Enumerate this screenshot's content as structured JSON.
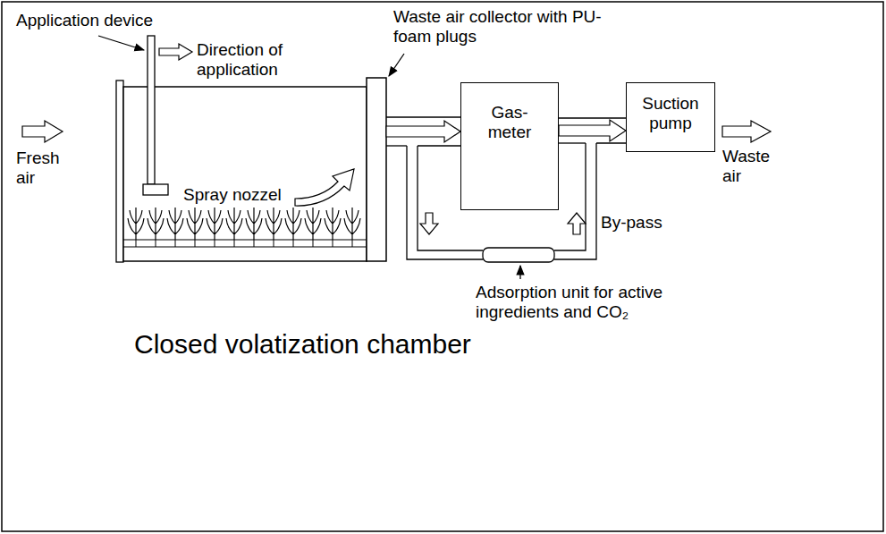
{
  "diagram": {
    "title": "Closed volatization chamber",
    "nodes": [
      {
        "text": [
          "Direction of application",
          "Spray nozzel"
        ]
      },
      {
        "text": [
          "Gas- meter"
        ]
      },
      {
        "text": [
          "Suction pump"
        ]
      }
    ],
    "edges": [
      {
        "from": 0,
        "to": 1,
        "arrow": "to"
      },
      {
        "from": 1,
        "to": 2,
        "arrow": "to"
      }
    ],
    "labels": [
      "Application device",
      "Waste air collector with PU-foam plugs",
      "Fresh air",
      "Waste air",
      "By-pass",
      "Adsorption unit for active ingredients and CO₂"
    ]
  }
}
